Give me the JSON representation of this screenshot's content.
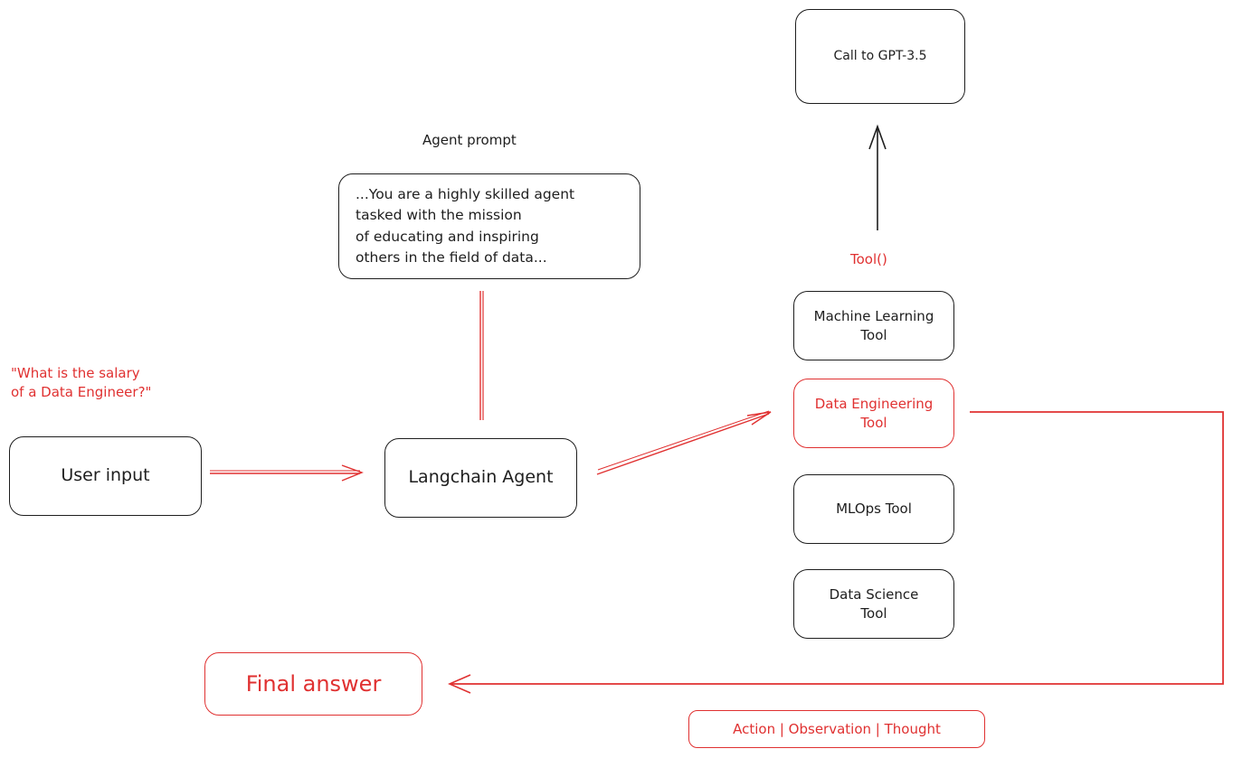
{
  "nodes": {
    "gpt": "Call to GPT-3.5",
    "agent_prompt_title": "Agent prompt",
    "agent_prompt_body": "...You are a highly skilled agent\ntasked with the mission\nof educating and inspiring\nothers in the field of data...",
    "tool_fn": "Tool()",
    "ml_tool": "Machine Learning\nTool",
    "de_tool": "Data Engineering\nTool",
    "mlops_tool": "MLOps Tool",
    "ds_tool": "Data Science\nTool",
    "question": "\"What is the salary\nof a Data Engineer?\"",
    "user_input": "User input",
    "agent": "Langchain Agent",
    "final_answer": "Final answer",
    "loop_label": "Action | Observation | Thought"
  },
  "colors": {
    "stroke": "#1e1e1e",
    "accent": "#e03131"
  }
}
